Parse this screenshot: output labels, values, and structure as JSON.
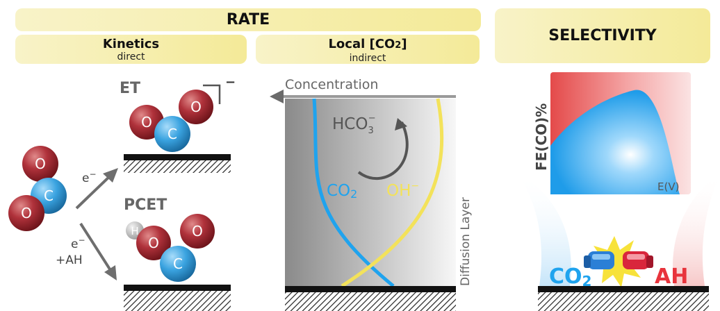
{
  "banners": {
    "rate": "RATE",
    "kinetics_title": "Kinetics",
    "kinetics_sub": "direct",
    "local_title": "Local [CO",
    "local_sub2": "2",
    "local_close": "]",
    "local_sub": "indirect",
    "selectivity": "SELECTIVITY"
  },
  "kinetics": {
    "et_label": "ET",
    "charge": "−",
    "pcet_label": "PCET",
    "electron": "e",
    "electron_sup": "−",
    "ah": "+AH",
    "atom_o": "O",
    "atom_c": "C",
    "atom_h": "H"
  },
  "local": {
    "concentration": "Concentration",
    "hco3": "HCO",
    "hco3_sub": "3",
    "hco3_sup": "−",
    "co2": "CO",
    "co2_sub": "2",
    "oh": "OH",
    "oh_sup": "−",
    "diffusion_layer": "Diffusion Layer"
  },
  "selectivity": {
    "ylabel": "FE(CO)%",
    "xlabel": "E(V)",
    "co2": "CO",
    "co2_sub": "2",
    "ah": "AH"
  },
  "colors": {
    "oxygen": "#b0323b",
    "carbon": "#3aa3e0",
    "co2_blue": "#1fa3ee",
    "oh_yellow": "#f3e25a",
    "ah_red": "#e8343c",
    "banner": "#f4ea98"
  }
}
